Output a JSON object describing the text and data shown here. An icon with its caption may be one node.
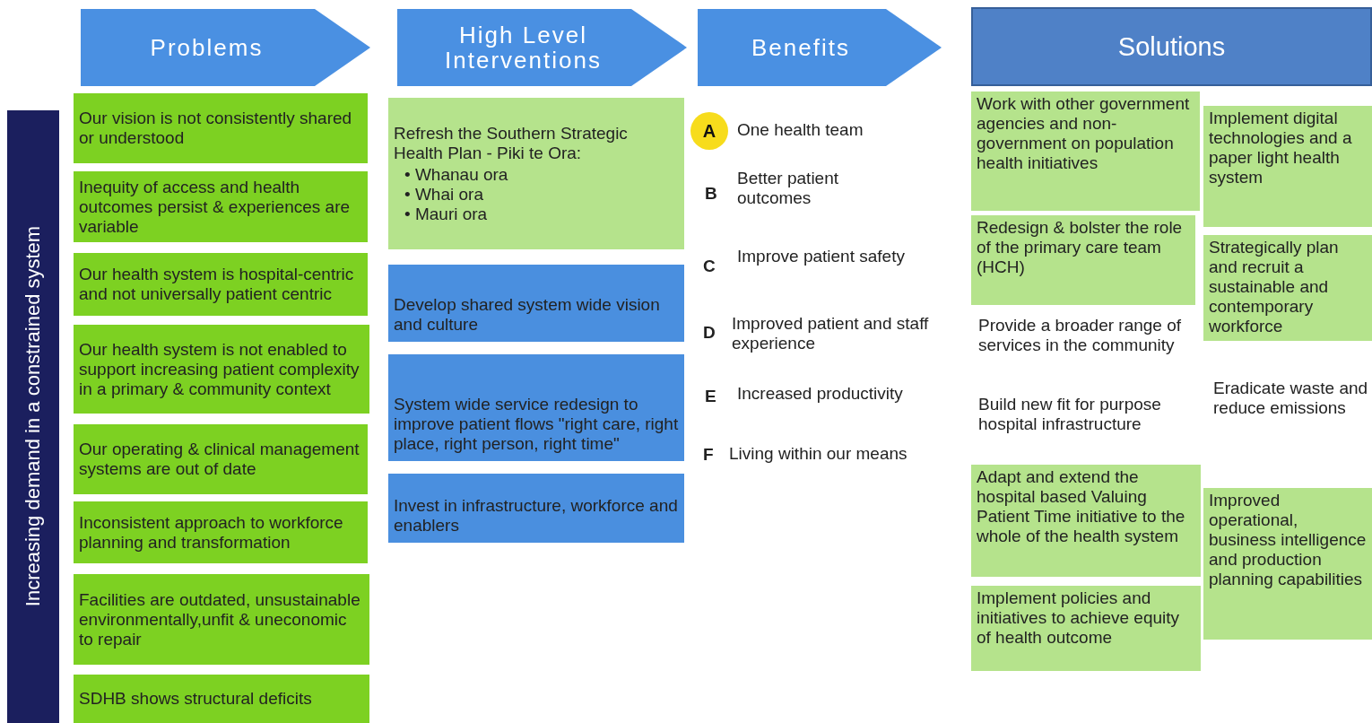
{
  "diagram": {
    "nodes": [
      {
        "text": [
          "Problems"
        ]
      },
      {
        "text": [
          "High Level Interventions"
        ]
      },
      {
        "text": [
          "Benefits"
        ]
      },
      {
        "text": [
          "Solutions"
        ]
      },
      {
        "text": [
          "Increasing demand in a constrained system"
        ]
      },
      {
        "text": [
          "Our vision is not consistently shared or understood"
        ]
      },
      {
        "text": [
          "Inequity of access and health outcomes persist & experiences are variable"
        ]
      },
      {
        "text": [
          "Our health system is hospital-centric and not universally patient centric"
        ]
      },
      {
        "text": [
          "Our health system is not enabled to support increasing patient complexity in a primary & community context"
        ]
      },
      {
        "text": [
          "Our operating & clinical management systems are out of date"
        ]
      },
      {
        "text": [
          "Inconsistent approach to workforce planning and transformation"
        ]
      },
      {
        "text": [
          "Facilities are outdated, unsustainable environmentally,unfit & uneconomic to repair"
        ]
      },
      {
        "text": [
          "SDHB shows structural deficits"
        ]
      },
      {
        "text": [
          "Refresh the Southern Strategic Health Plan - Piki te Ora:",
          "• Whanau ora",
          "• Whai ora",
          "• Mauri ora"
        ]
      },
      {
        "text": [
          "Develop shared system wide vision and culture"
        ]
      },
      {
        "text": [
          "System wide service redesign to improve patient flows \"right care, right place, right person, right time\""
        ]
      },
      {
        "text": [
          "Invest in infrastructure, workforce and enablers"
        ]
      },
      {
        "text": [
          "A"
        ]
      },
      {
        "text": [
          "Work with other government agencies and non-government on population health initiatives"
        ]
      },
      {
        "text": [
          "Redesign & bolster the role of the primary care team (HCH)"
        ]
      },
      {
        "text": [
          "Adapt and extend the hospital based Valuing Patient Time initiative to the whole of the health system"
        ]
      },
      {
        "text": [
          "Implement policies and initiatives to achieve equity of health outcome"
        ]
      },
      {
        "text": [
          "Implement digital technologies and a paper light health system"
        ]
      },
      {
        "text": [
          "Strategically plan and recruit a sustainable and contemporary workforce"
        ]
      },
      {
        "text": [
          "Improved operational, business intelligence and production planning capabilities"
        ]
      }
    ],
    "labels": [
      "One health team",
      "B",
      "Better patient outcomes",
      "C",
      "Improve patient safety",
      "D",
      "Improved patient and staff experience",
      "E",
      "Increased productivity",
      "F",
      "Living within our means",
      "Provide a broader range of services in the community",
      "Build new fit for purpose hospital infrastructure",
      "Eradicate waste and reduce emissions"
    ]
  }
}
